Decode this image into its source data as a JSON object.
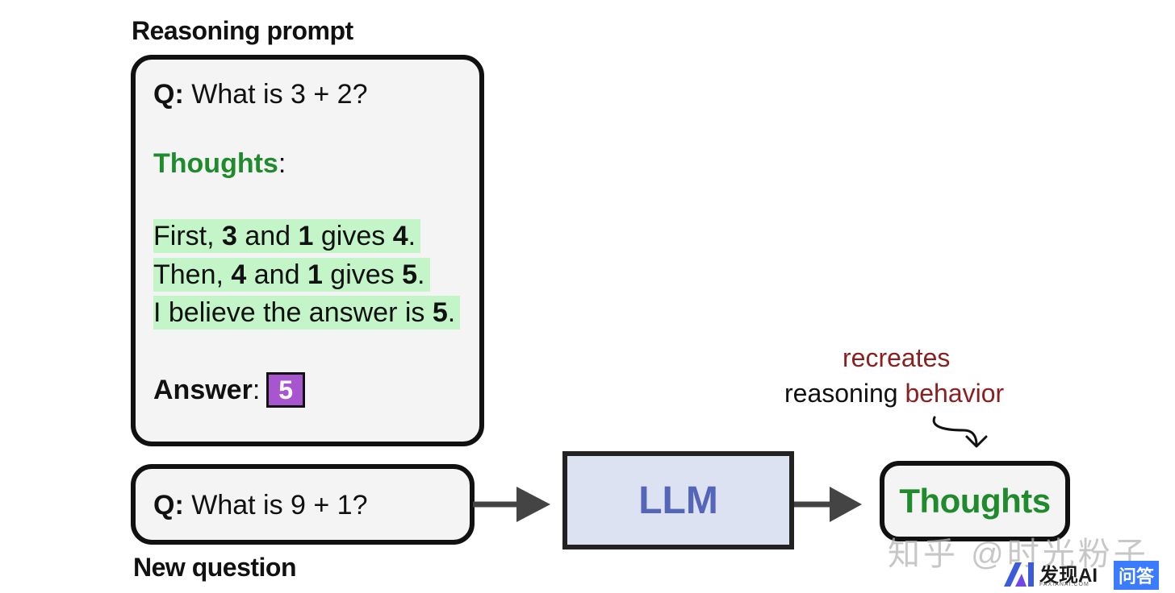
{
  "headings": {
    "reasoning_prompt": "Reasoning prompt",
    "new_question": "New question"
  },
  "prompt": {
    "q_label": "Q:",
    "q_text": " What is 3 + 2?",
    "thoughts_label": "Thoughts",
    "thoughts_colon": ":",
    "step1": {
      "a": "First, ",
      "b": "3",
      "c": " and ",
      "d": "1",
      "e": " gives ",
      "f": "4",
      "g": "."
    },
    "step2": {
      "a": "Then, ",
      "b": "4",
      "c": " and ",
      "d": "1",
      "e": " gives ",
      "f": "5",
      "g": "."
    },
    "step3": {
      "a": "I believe the answer is ",
      "b": "5",
      "c": "."
    },
    "answer_label": "Answer",
    "answer_colon": ":",
    "answer_value": "5"
  },
  "new_q": {
    "q_label": "Q:",
    "q_text": " What is 9 + 1?"
  },
  "llm_label": "LLM",
  "output_label": "Thoughts",
  "annotation": {
    "line1": "recreates",
    "line2a": "reasoning ",
    "line2b": "behavior"
  },
  "watermark": {
    "main": "知乎 @时光粉子",
    "logo": "发现AI",
    "logo_sub": "FAXIANAI.COM",
    "badge": "问答"
  },
  "colors": {
    "green": "#1f8b2c",
    "highlight": "#c4f5c9",
    "answer_badge": "#a855d0",
    "llm_fill": "#dde2f3",
    "llm_text": "#5566b8",
    "annotation_red": "#8b1f1f"
  }
}
